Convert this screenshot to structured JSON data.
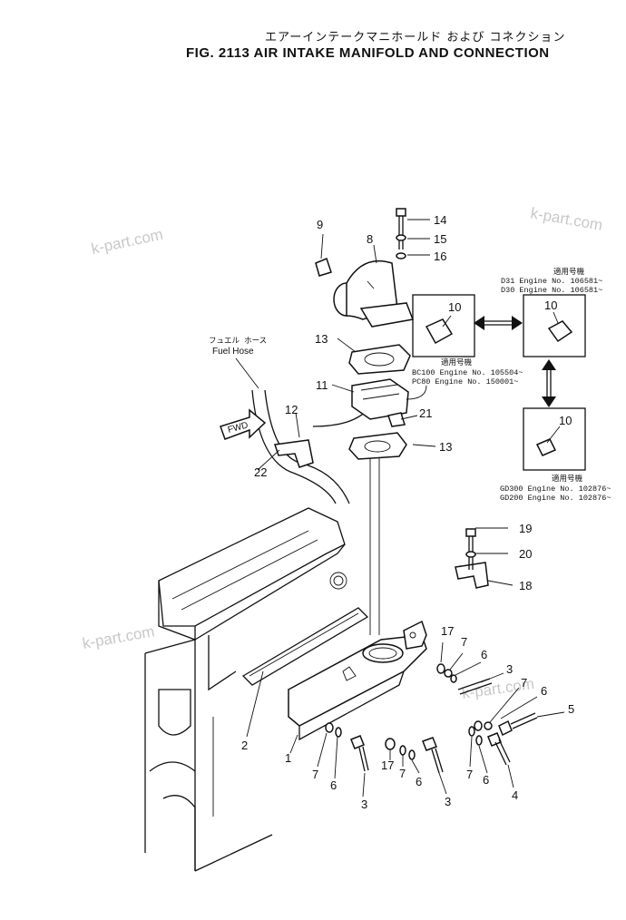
{
  "title_jp": "エアーインテークマニホールド および コネクション",
  "title": "FIG. 2113  AIR INTAKE MANIFOLD AND CONNECTION",
  "watermarks": [
    "k-part.com",
    "k-part.com",
    "k-part.com",
    "k-part.com"
  ],
  "fuel_hose": {
    "jp": "フュエル ホース",
    "en": "Fuel Hose"
  },
  "fwd_label": "FWD",
  "callouts": [
    "9",
    "8",
    "14",
    "15",
    "16",
    "10",
    "13",
    "11",
    "12",
    "21",
    "13",
    "22",
    "19",
    "20",
    "18",
    "17",
    "7",
    "6",
    "3",
    "7",
    "6",
    "5",
    "2",
    "1",
    "7",
    "6",
    "3",
    "17",
    "7",
    "6",
    "3",
    "7",
    "6",
    "4",
    "10",
    "10"
  ],
  "applicability": {
    "top_right": {
      "header": "適用号機",
      "lines": [
        "D31   Engine  No. 106581~",
        "D30   Engine  No. 106581~"
      ]
    },
    "middle": {
      "header": "適用号機",
      "lines": [
        "BC100  Engine  No. 105504~",
        "PC80   Engine  No. 150001~"
      ]
    },
    "bottom_right": {
      "header": "適用号機",
      "lines": [
        "GD300  Engine  No. 102876~",
        "GD200  Engine  No. 102876~"
      ]
    }
  }
}
